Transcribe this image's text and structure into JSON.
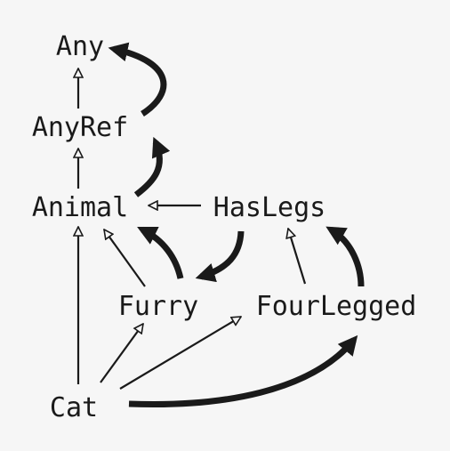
{
  "nodes": {
    "any": "Any",
    "anyref": "AnyRef",
    "animal": "Animal",
    "haslegs": "HasLegs",
    "furry": "Furry",
    "fourlegged": "FourLegged",
    "cat": "Cat"
  },
  "colors": {
    "background": "#f6f6f6",
    "ink": "#1a1a1a"
  }
}
